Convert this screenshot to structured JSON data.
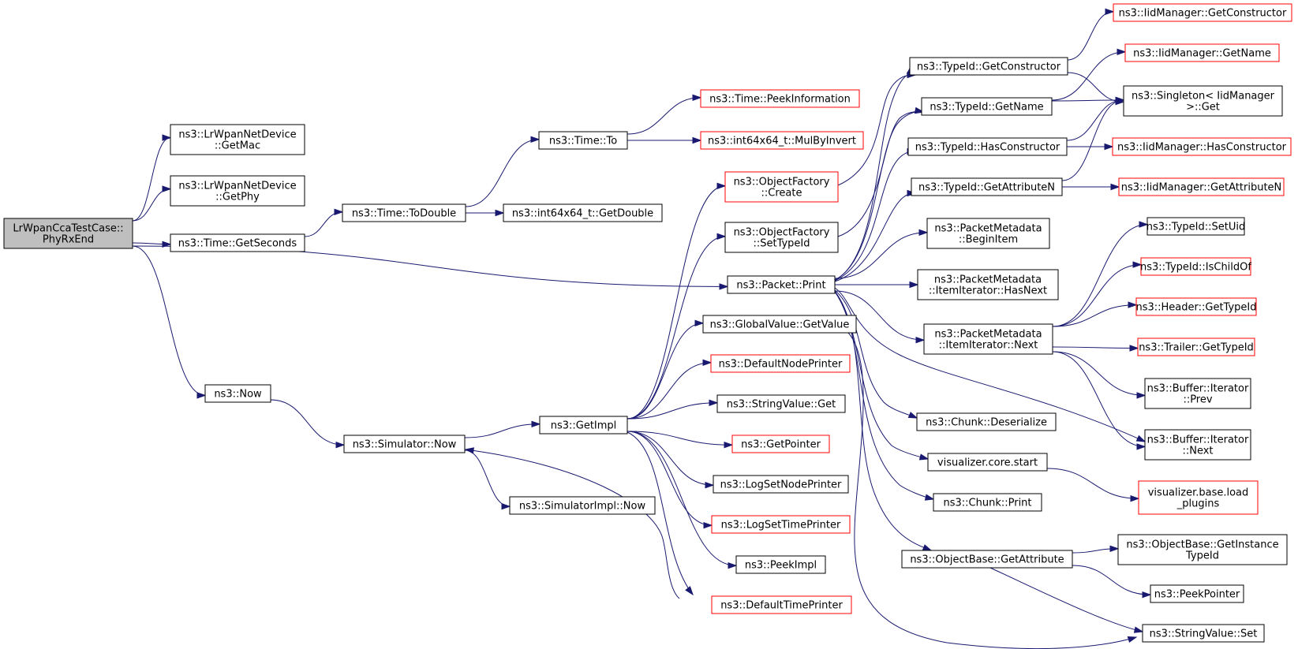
{
  "nodes": [
    {
      "id": "root",
      "lines": [
        "LrWpanCcaTestCase::",
        "PhyRxEnd"
      ],
      "root": true
    },
    {
      "id": "getmac",
      "lines": [
        "ns3::LrWpanNetDevice",
        "::GetMac"
      ]
    },
    {
      "id": "getphy",
      "lines": [
        "ns3::LrWpanNetDevice",
        "::GetPhy"
      ]
    },
    {
      "id": "getseconds",
      "lines": [
        "ns3::Time::GetSeconds"
      ]
    },
    {
      "id": "todouble",
      "lines": [
        "ns3::Time::ToDouble"
      ]
    },
    {
      "id": "to",
      "lines": [
        "ns3::Time::To"
      ]
    },
    {
      "id": "getdouble",
      "lines": [
        "ns3::int64x64_t::GetDouble"
      ]
    },
    {
      "id": "peekinfo",
      "lines": [
        "ns3::Time::PeekInformation"
      ],
      "red": true
    },
    {
      "id": "mulbyinvert",
      "lines": [
        "ns3::int64x64_t::MulByInvert"
      ],
      "red": true
    },
    {
      "id": "now",
      "lines": [
        "ns3::Now"
      ]
    },
    {
      "id": "simnow",
      "lines": [
        "ns3::Simulator::Now"
      ]
    },
    {
      "id": "simimplnow",
      "lines": [
        "ns3::SimulatorImpl::Now"
      ]
    },
    {
      "id": "getimpl",
      "lines": [
        "ns3::GetImpl"
      ]
    },
    {
      "id": "ofcreate",
      "lines": [
        "ns3::ObjectFactory",
        "::Create"
      ],
      "red": true
    },
    {
      "id": "ofsettypeid",
      "lines": [
        "ns3::ObjectFactory",
        "::SetTypeId"
      ]
    },
    {
      "id": "packetprint",
      "lines": [
        "ns3::Packet::Print"
      ]
    },
    {
      "id": "gvgetvalue",
      "lines": [
        "ns3::GlobalValue::GetValue"
      ]
    },
    {
      "id": "defnodeprinter",
      "lines": [
        "ns3::DefaultNodePrinter"
      ],
      "red": true
    },
    {
      "id": "svget",
      "lines": [
        "ns3::StringValue::Get"
      ]
    },
    {
      "id": "getpointer",
      "lines": [
        "ns3::GetPointer"
      ],
      "red": true
    },
    {
      "id": "logsetnode",
      "lines": [
        "ns3::LogSetNodePrinter"
      ]
    },
    {
      "id": "logsettime",
      "lines": [
        "ns3::LogSetTimePrinter"
      ],
      "red": true
    },
    {
      "id": "peekimpl",
      "lines": [
        "ns3::PeekImpl"
      ]
    },
    {
      "id": "deftimeprinter",
      "lines": [
        "ns3::DefaultTimePrinter"
      ],
      "red": true
    },
    {
      "id": "tgetconstructor",
      "lines": [
        "ns3::TypeId::GetConstructor"
      ]
    },
    {
      "id": "tgetname",
      "lines": [
        "ns3::TypeId::GetName"
      ]
    },
    {
      "id": "thasconstructor",
      "lines": [
        "ns3::TypeId::HasConstructor"
      ]
    },
    {
      "id": "tgetattributen",
      "lines": [
        "ns3::TypeId::GetAttributeN"
      ]
    },
    {
      "id": "pmbeginitem",
      "lines": [
        "ns3::PacketMetadata",
        "::BeginItem"
      ]
    },
    {
      "id": "pmhasnext",
      "lines": [
        "ns3::PacketMetadata",
        "::ItemIterator::HasNext"
      ]
    },
    {
      "id": "pmnext",
      "lines": [
        "ns3::PacketMetadata",
        "::ItemIterator::Next"
      ]
    },
    {
      "id": "chunkdeser",
      "lines": [
        "ns3::Chunk::Deserialize"
      ]
    },
    {
      "id": "vizstart",
      "lines": [
        "visualizer.core.start"
      ]
    },
    {
      "id": "chunkprint",
      "lines": [
        "ns3::Chunk::Print"
      ]
    },
    {
      "id": "obgetattr",
      "lines": [
        "ns3::ObjectBase::GetAttribute"
      ]
    },
    {
      "id": "iidgetconstructor",
      "lines": [
        "ns3::IidManager::GetConstructor"
      ],
      "red": true
    },
    {
      "id": "iidgetname",
      "lines": [
        "ns3::IidManager::GetName"
      ],
      "red": true
    },
    {
      "id": "singletonget",
      "lines": [
        "ns3::Singleton< IidManager",
        " >::Get"
      ]
    },
    {
      "id": "iidhasconstructor",
      "lines": [
        "ns3::IidManager::HasConstructor"
      ],
      "red": true
    },
    {
      "id": "iidgetattributen",
      "lines": [
        "ns3::IidManager::GetAttributeN"
      ],
      "red": true
    },
    {
      "id": "tsetuid",
      "lines": [
        "ns3::TypeId::SetUid"
      ]
    },
    {
      "id": "tischildof",
      "lines": [
        "ns3::TypeId::IsChildOf"
      ],
      "red": true
    },
    {
      "id": "hgettypeid",
      "lines": [
        "ns3::Header::GetTypeId"
      ],
      "red": true
    },
    {
      "id": "trgettypeid",
      "lines": [
        "ns3::Trailer::GetTypeId"
      ],
      "red": true
    },
    {
      "id": "bufprev",
      "lines": [
        "ns3::Buffer::Iterator",
        "::Prev"
      ]
    },
    {
      "id": "bufnext",
      "lines": [
        "ns3::Buffer::Iterator",
        "::Next"
      ]
    },
    {
      "id": "vizloadplugins",
      "lines": [
        "visualizer.base.load",
        "_plugins"
      ],
      "red": true
    },
    {
      "id": "obgetinstancetypeid",
      "lines": [
        "ns3::ObjectBase::GetInstance",
        "TypeId"
      ]
    },
    {
      "id": "peekpointer",
      "lines": [
        "ns3::PeekPointer"
      ]
    },
    {
      "id": "svset",
      "lines": [
        "ns3::StringValue::Set"
      ]
    }
  ],
  "edges": [
    [
      "root",
      "getmac"
    ],
    [
      "root",
      "getphy"
    ],
    [
      "root",
      "getseconds"
    ],
    [
      "root",
      "packetprint"
    ],
    [
      "root",
      "now"
    ],
    [
      "getseconds",
      "todouble"
    ],
    [
      "todouble",
      "to"
    ],
    [
      "todouble",
      "getdouble"
    ],
    [
      "to",
      "peekinfo"
    ],
    [
      "to",
      "mulbyinvert"
    ],
    [
      "now",
      "simnow"
    ],
    [
      "simnow",
      "getimpl"
    ],
    [
      "simnow",
      "simimplnow"
    ],
    [
      "getimpl",
      "ofcreate"
    ],
    [
      "getimpl",
      "ofsettypeid"
    ],
    [
      "getimpl",
      "gvgetvalue"
    ],
    [
      "getimpl",
      "defnodeprinter"
    ],
    [
      "getimpl",
      "svget"
    ],
    [
      "getimpl",
      "getpointer"
    ],
    [
      "getimpl",
      "logsetnode"
    ],
    [
      "getimpl",
      "logsettime"
    ],
    [
      "getimpl",
      "peekimpl"
    ],
    [
      "getimpl",
      "deftimeprinter"
    ],
    [
      "getimpl",
      "simnow"
    ],
    [
      "ofcreate",
      "tgetconstructor"
    ],
    [
      "ofsettypeid",
      "tgetname"
    ],
    [
      "packetprint",
      "tgetconstructor"
    ],
    [
      "packetprint",
      "tgetname"
    ],
    [
      "packetprint",
      "thasconstructor"
    ],
    [
      "packetprint",
      "tgetattributen"
    ],
    [
      "packetprint",
      "pmbeginitem"
    ],
    [
      "packetprint",
      "pmhasnext"
    ],
    [
      "packetprint",
      "pmnext"
    ],
    [
      "packetprint",
      "chunkdeser"
    ],
    [
      "packetprint",
      "vizstart"
    ],
    [
      "packetprint",
      "chunkprint"
    ],
    [
      "packetprint",
      "obgetattr"
    ],
    [
      "packetprint",
      "bufnext"
    ],
    [
      "gvgetvalue",
      "svset"
    ],
    [
      "tgetconstructor",
      "iidgetconstructor"
    ],
    [
      "tgetconstructor",
      "singletonget"
    ],
    [
      "tgetname",
      "iidgetname"
    ],
    [
      "tgetname",
      "singletonget"
    ],
    [
      "thasconstructor",
      "singletonget"
    ],
    [
      "thasconstructor",
      "iidhasconstructor"
    ],
    [
      "tgetattributen",
      "singletonget"
    ],
    [
      "tgetattributen",
      "iidgetattributen"
    ],
    [
      "pmnext",
      "tsetuid"
    ],
    [
      "pmnext",
      "tischildof"
    ],
    [
      "pmnext",
      "hgettypeid"
    ],
    [
      "pmnext",
      "trgettypeid"
    ],
    [
      "pmnext",
      "bufprev"
    ],
    [
      "pmnext",
      "bufnext"
    ],
    [
      "vizstart",
      "vizloadplugins"
    ],
    [
      "obgetattr",
      "obgetinstancetypeid"
    ],
    [
      "obgetattr",
      "peekpointer"
    ],
    [
      "obgetattr",
      "svset"
    ]
  ]
}
